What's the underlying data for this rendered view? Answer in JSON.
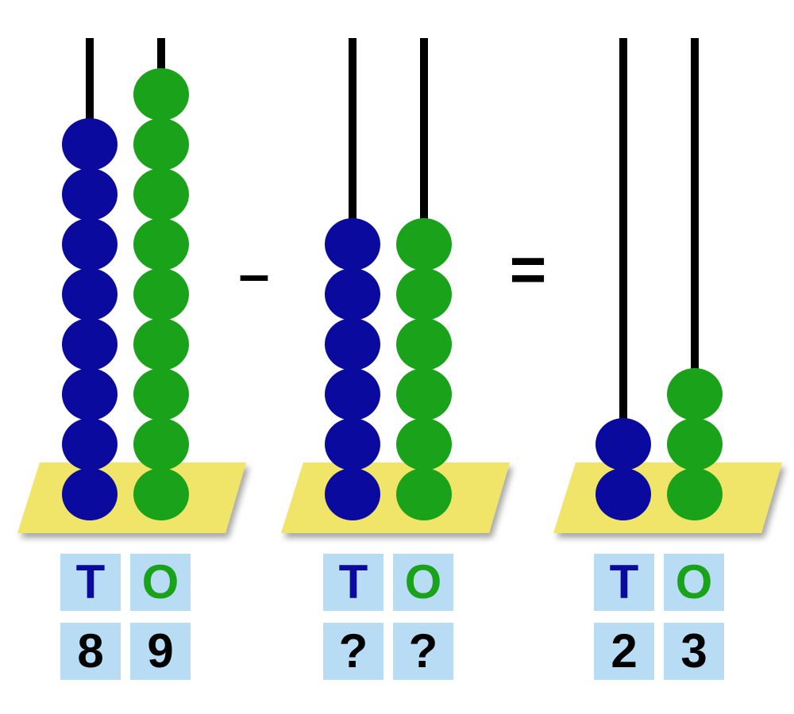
{
  "colors": {
    "tens_bead": "#0a0a9e",
    "ones_bead": "#1aa21a",
    "rod": "#000000",
    "base": "#f0e568",
    "label_box": "#b9dcf5",
    "tens_label": "#0a0a9e",
    "ones_label": "#1aa21a",
    "digit_text": "#000000"
  },
  "abacuses": [
    {
      "tens_beads": 8,
      "ones_beads": 9,
      "tens_label": "T",
      "ones_label": "O",
      "tens_digit": "8",
      "ones_digit": "9"
    },
    {
      "tens_beads": 6,
      "ones_beads": 6,
      "tens_label": "T",
      "ones_label": "O",
      "tens_digit": "?",
      "ones_digit": "?"
    },
    {
      "tens_beads": 2,
      "ones_beads": 3,
      "tens_label": "T",
      "ones_label": "O",
      "tens_digit": "2",
      "ones_digit": "3"
    }
  ],
  "operators": {
    "minus": "–",
    "equals": "="
  }
}
